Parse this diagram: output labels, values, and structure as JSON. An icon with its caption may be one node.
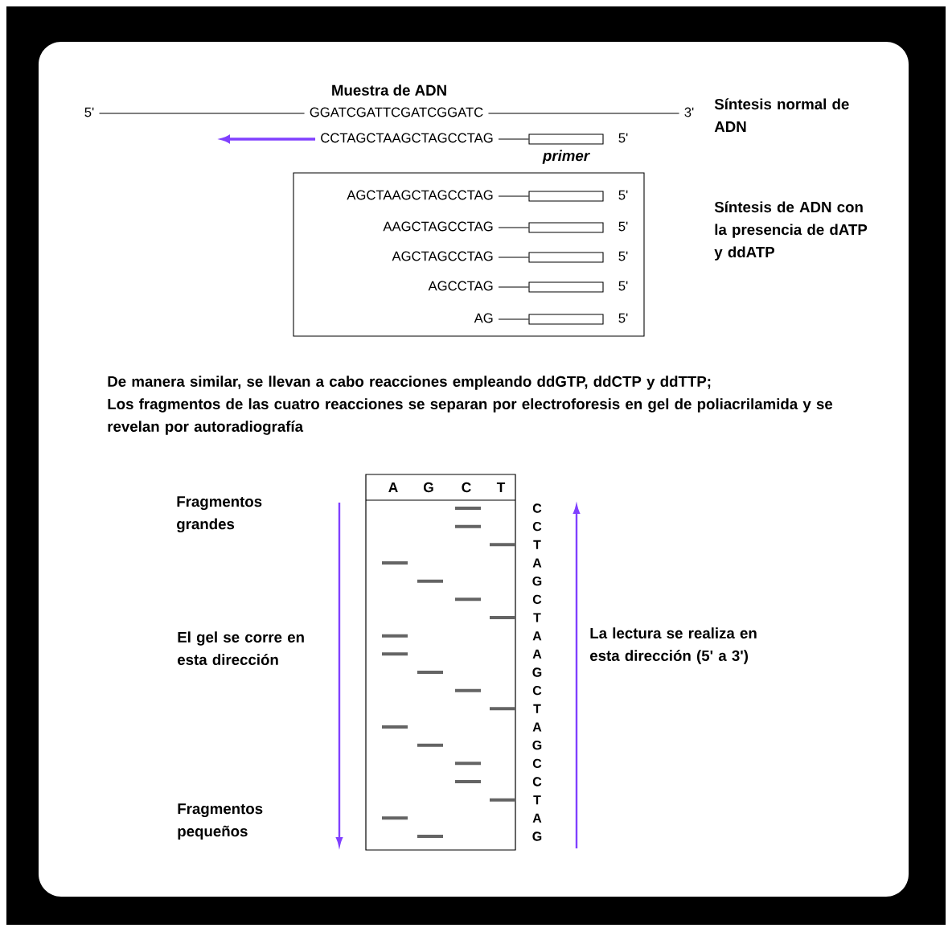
{
  "diagram": {
    "nodes": [
      {
        "text": [
          "5'"
        ]
      },
      {
        "text": [
          "GGATCGATTCGATCGGATC"
        ]
      },
      {
        "text": [
          "3'"
        ]
      },
      {
        "text": [
          "CCTAGCTAAGCTAGCCTAG"
        ]
      },
      {
        "text": [],
        "shape": "box",
        "beside": [
          "5'",
          "primer"
        ]
      },
      {
        "text": [],
        "shape": "box"
      },
      {
        "text": [
          "AGCTAAGCTAGCCTAG"
        ],
        "in": 5
      },
      {
        "text": [],
        "shape": "box",
        "beside": [
          "5'"
        ],
        "in": 5
      },
      {
        "text": [
          "AAGCTAGCCTAG"
        ],
        "in": 5
      },
      {
        "text": [],
        "shape": "box",
        "beside": [
          "5'"
        ],
        "in": 5
      },
      {
        "text": [
          "AGCTAGCCTAG"
        ],
        "in": 5
      },
      {
        "text": [],
        "shape": "box",
        "beside": [
          "5'"
        ],
        "in": 5
      },
      {
        "text": [
          "AGCCTAG"
        ],
        "in": 5
      },
      {
        "text": [],
        "shape": "box",
        "beside": [
          "5'"
        ],
        "in": 5
      },
      {
        "text": [
          "AG"
        ],
        "in": 5
      },
      {
        "text": [],
        "shape": "box",
        "beside": [
          "5'"
        ],
        "in": 5
      }
    ],
    "edges": [
      {
        "from": 0,
        "to": 1,
        "arrow": "none"
      },
      {
        "from": 1,
        "to": 2,
        "arrow": "none"
      },
      {
        "from": 3,
        "to": null,
        "arrow": "to",
        "style": "thick",
        "color": "#8040ff"
      },
      {
        "from": 3,
        "to": 4,
        "arrow": "none"
      },
      {
        "from": 6,
        "to": 7,
        "arrow": "none"
      },
      {
        "from": 8,
        "to": 9,
        "arrow": "none"
      },
      {
        "from": 10,
        "to": 11,
        "arrow": "none"
      },
      {
        "from": 12,
        "to": 13,
        "arrow": "none"
      },
      {
        "from": 14,
        "to": 15,
        "arrow": "none"
      }
    ],
    "labels": [
      "Muestra de ADN",
      "Síntesis normal de ADN",
      "Síntesis de ADN con la presencia de dATP y ddATP",
      "De manera similar, se llevan a cabo reacciones empleando ddGTP, ddCTP y ddTTP;",
      "Los fragmentos de las cuatro reacciones se separan por electroforesis en gel de poliacrilamida y se revelan por autoradiografía",
      "A",
      "G",
      "C",
      "T",
      "Fragmentos grandes",
      "El gel se corre en esta dirección",
      "Fragmentos pequeños",
      "C",
      "C",
      "T",
      "A",
      "G",
      "C",
      "T",
      "A",
      "A",
      "G",
      "C",
      "T",
      "A",
      "G",
      "C",
      "C",
      "T",
      "A",
      "G",
      "La lectura se realiza en esta dirección (5' a 3')"
    ]
  }
}
